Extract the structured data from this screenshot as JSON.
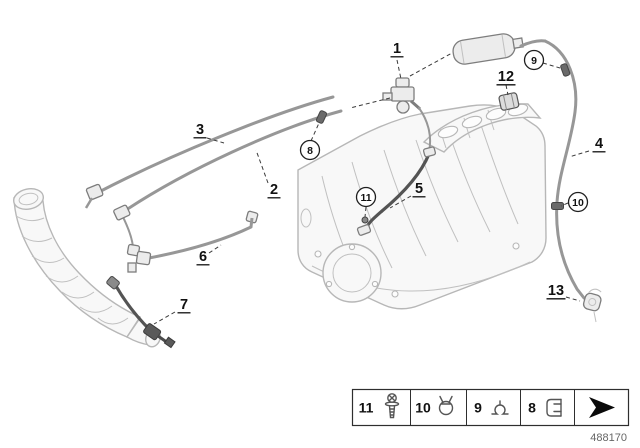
{
  "diagram": {
    "part_number": "488170",
    "colors": {
      "line_art": "#b7b7b7",
      "hose_medium": "#979797",
      "hose_dark": "#545454",
      "callout_ink": "#111111"
    },
    "callouts": [
      {
        "label": "1",
        "shape": "plain"
      },
      {
        "label": "12",
        "shape": "plain"
      },
      {
        "label": "9",
        "shape": "circle"
      },
      {
        "label": "3",
        "shape": "plain"
      },
      {
        "label": "8",
        "shape": "circle"
      },
      {
        "label": "2",
        "shape": "plain"
      },
      {
        "label": "11",
        "shape": "circle"
      },
      {
        "label": "5",
        "shape": "plain"
      },
      {
        "label": "4",
        "shape": "plain"
      },
      {
        "label": "10",
        "shape": "circle"
      },
      {
        "label": "6",
        "shape": "plain"
      },
      {
        "label": "7",
        "shape": "plain"
      },
      {
        "label": "13",
        "shape": "plain"
      }
    ],
    "legend": {
      "items": [
        {
          "label": "11",
          "icon": "screw-icon"
        },
        {
          "label": "10",
          "icon": "clamp-icon"
        },
        {
          "label": "9",
          "icon": "clip-icon"
        },
        {
          "label": "8",
          "icon": "holder-clip-icon"
        }
      ],
      "next_icon": "next-arrow-icon"
    }
  }
}
